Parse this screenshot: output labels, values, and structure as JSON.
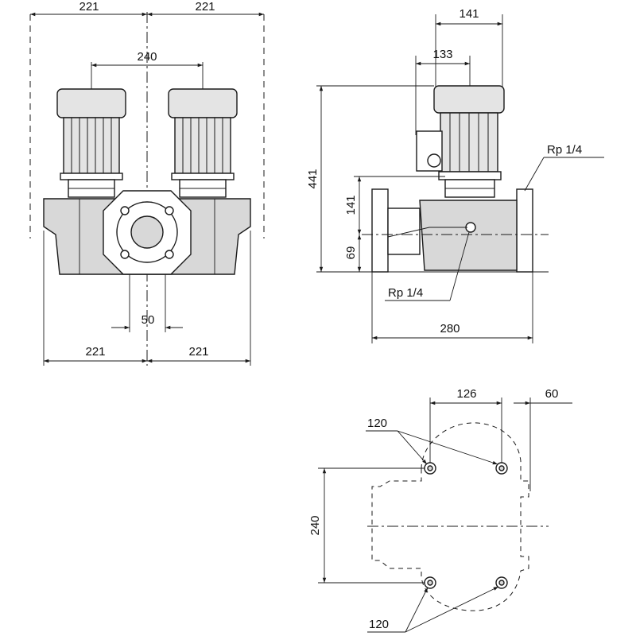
{
  "dimensions": {
    "front_top_left": "221",
    "front_top_right": "221",
    "front_motor_spacing": "240",
    "front_bottom_left": "221",
    "front_bottom_right": "221",
    "front_offset": "50",
    "side_motor_width": "141",
    "side_terminal_offset": "133",
    "side_overall_height": "441",
    "side_upper_height": "141",
    "side_lower_height": "69",
    "side_port_label_top": "Rp 1/4",
    "side_port_label_bottom": "Rp 1/4",
    "side_overall_width": "280",
    "plan_bolt_spacing": "126",
    "plan_edge_offset": "60",
    "plan_hole_label_top": "120",
    "plan_hole_label_bottom": "120",
    "plan_bolt_vertical": "240"
  }
}
